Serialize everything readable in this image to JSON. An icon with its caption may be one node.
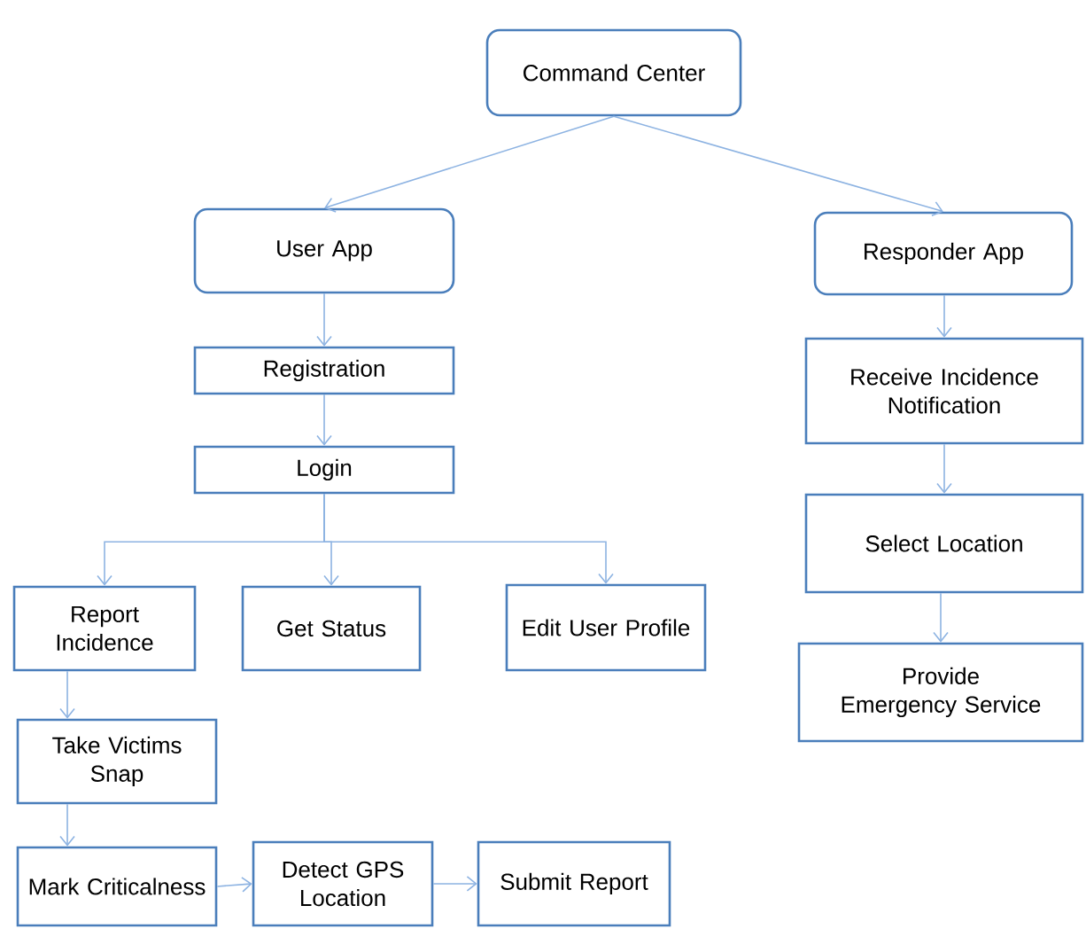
{
  "diagram": {
    "nodes": [
      {
        "text": [
          "Command Center"
        ]
      },
      {
        "text": [
          "User App"
        ]
      },
      {
        "text": [
          "Responder App"
        ]
      },
      {
        "text": [
          "Registration"
        ]
      },
      {
        "text": [
          "Login"
        ]
      },
      {
        "text": [
          "Report Incidence"
        ]
      },
      {
        "text": [
          "Get Status"
        ]
      },
      {
        "text": [
          "Edit User Profile"
        ]
      },
      {
        "text": [
          "Take Victims Snap"
        ]
      },
      {
        "text": [
          "Mark Criticalness"
        ]
      },
      {
        "text": [
          "Detect GPS Location"
        ]
      },
      {
        "text": [
          "Submit Report"
        ]
      },
      {
        "text": [
          "Receive Incidence Notification"
        ]
      },
      {
        "text": [
          "Select Location"
        ]
      },
      {
        "text": [
          "Provide Emergency Service"
        ]
      }
    ],
    "edges": [
      {
        "from": 0,
        "to": 1,
        "arrow": "to"
      },
      {
        "from": 0,
        "to": 2,
        "arrow": "to"
      },
      {
        "from": 1,
        "to": 3,
        "arrow": "to"
      },
      {
        "from": 3,
        "to": 4,
        "arrow": "to"
      },
      {
        "from": 4,
        "to": 5,
        "arrow": "to"
      },
      {
        "from": 4,
        "to": 6,
        "arrow": "to"
      },
      {
        "from": 4,
        "to": 7,
        "arrow": "to"
      },
      {
        "from": 5,
        "to": 8,
        "arrow": "to"
      },
      {
        "from": 8,
        "to": 9,
        "arrow": "to"
      },
      {
        "from": 9,
        "to": 10,
        "arrow": "to"
      },
      {
        "from": 10,
        "to": 11,
        "arrow": "to"
      },
      {
        "from": 2,
        "to": 12,
        "arrow": "to"
      },
      {
        "from": 12,
        "to": 13,
        "arrow": "to"
      },
      {
        "from": 13,
        "to": 14,
        "arrow": "to"
      }
    ]
  }
}
